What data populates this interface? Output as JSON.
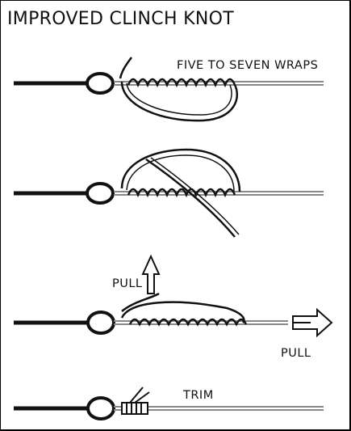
{
  "diagram": {
    "title": "IMPROVED CLINCH KNOT",
    "steps": [
      {
        "label": "FIVE TO SEVEN WRAPS"
      },
      {
        "label": ""
      },
      {
        "label_up": "PULL",
        "label_right": "PULL"
      },
      {
        "label": "TRIM"
      }
    ]
  },
  "colors": {
    "ink": "#111111",
    "line_gray": "#888888",
    "background": "#ffffff"
  }
}
